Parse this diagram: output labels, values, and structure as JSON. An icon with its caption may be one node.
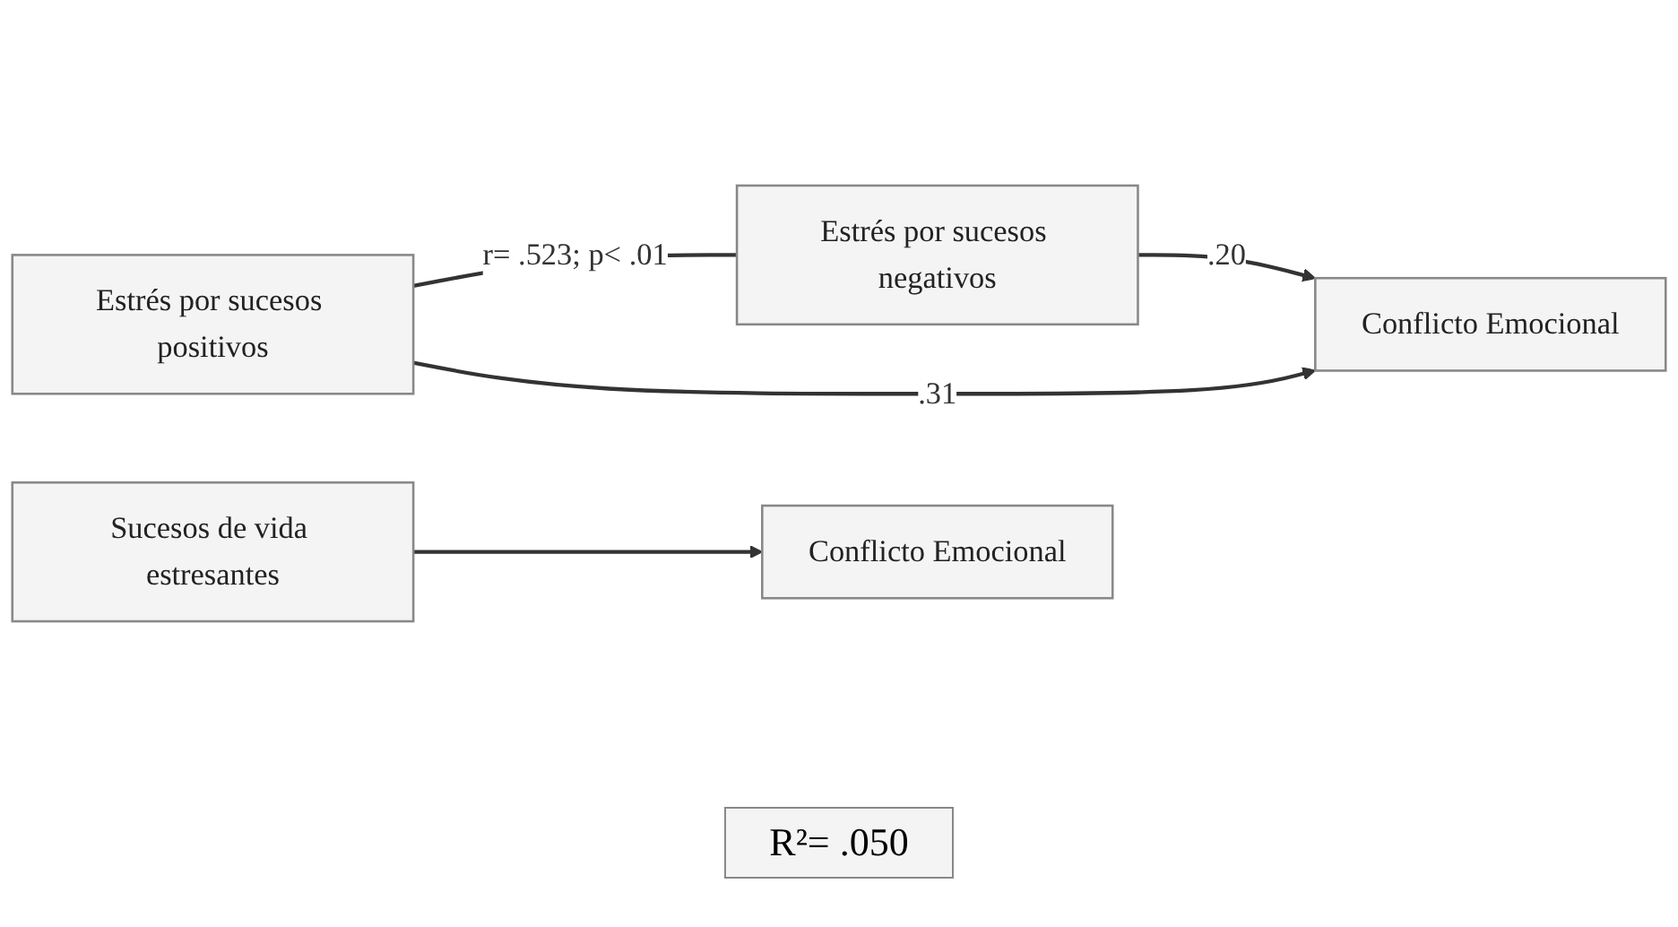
{
  "diagram": {
    "nodes": [
      {
        "text": [
          "Estrés por sucesos positivos"
        ]
      },
      {
        "text": [
          "Estrés por sucesos negativos"
        ]
      },
      {
        "text": [
          "Conflicto Emocional"
        ]
      },
      {
        "text": [
          "Sucesos de vida estresantes"
        ]
      },
      {
        "text": [
          "Conflicto Emocional"
        ]
      }
    ],
    "edges": [
      {
        "from": 0,
        "to": 1,
        "arrow": "none",
        "label": "r= .523; p< .01"
      },
      {
        "from": 0,
        "to": 2,
        "arrow": "to",
        "label": ".31"
      },
      {
        "from": 1,
        "to": 2,
        "arrow": "to",
        "label": ".20"
      },
      {
        "from": 3,
        "to": 4,
        "arrow": "to"
      }
    ],
    "labels": [
      "R²= .050"
    ]
  }
}
